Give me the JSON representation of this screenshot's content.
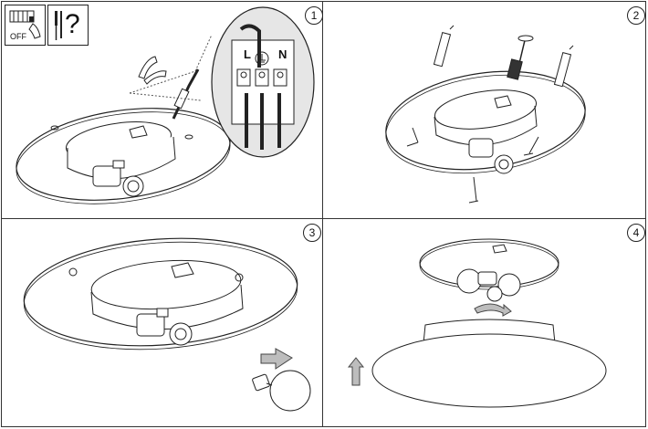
{
  "steps": {
    "s1": "1",
    "s2": "2",
    "s3": "3",
    "s4": "4"
  },
  "icons": {
    "power_off_label": "OFF",
    "warning_label": "?",
    "power_icon": "circuit-breaker-off-icon",
    "tools_icon": "screwdriver-question-icon"
  },
  "terminal": {
    "live": "L",
    "neutral": "N"
  },
  "colors": {
    "line": "#222222",
    "arrow_fill": "#bdbdbd",
    "zoom_fill": "#e6e6e6"
  }
}
